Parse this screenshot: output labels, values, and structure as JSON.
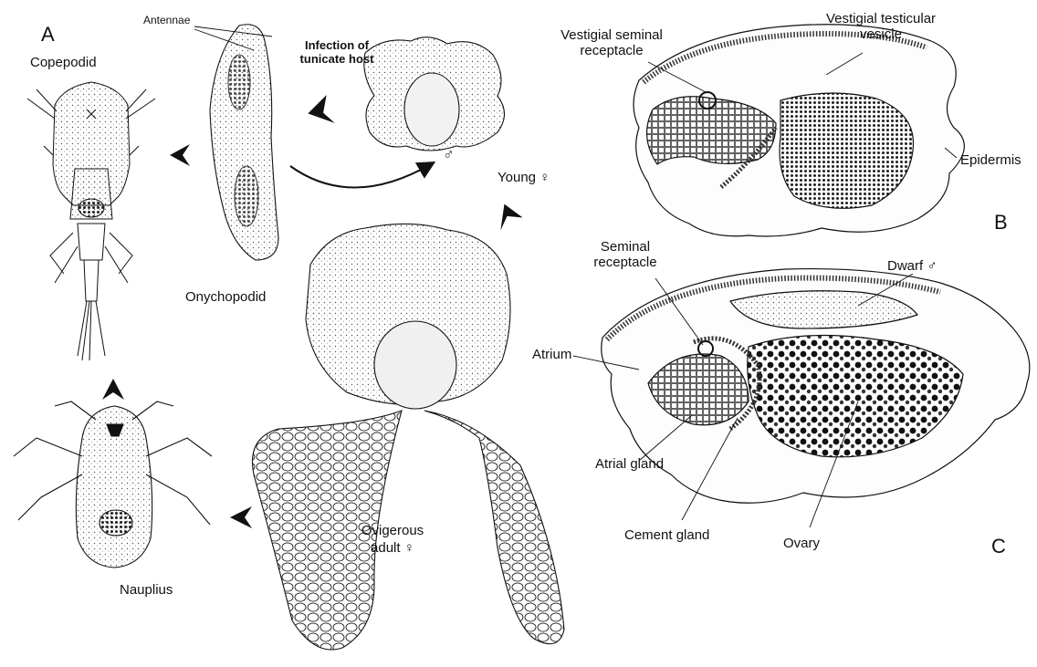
{
  "panels": {
    "a": "A",
    "b": "B",
    "c": "C"
  },
  "labels": {
    "antennae": "Antennae",
    "infection_line1": "Infection of",
    "infection_line2": "tunicate host",
    "copepodid": "Copepodid",
    "onychopodid": "Onychopodid",
    "male_symbol": "♂",
    "young_female": "Young ♀",
    "nauplius": "Nauplius",
    "ovigerous_line1": "Ovigerous",
    "ovigerous_line2": "adult ♀"
  },
  "panel_b": {
    "vestigial_seminal_line1": "Vestigial seminal",
    "vestigial_seminal_line2": "receptacle",
    "vestigial_testicular_line1": "Vestigial testicular",
    "vestigial_testicular_line2": "vesicle",
    "epidermis": "Epidermis"
  },
  "panel_c": {
    "seminal_line1": "Seminal",
    "seminal_line2": "receptacle",
    "dwarf_male": "Dwarf ♂",
    "atrium": "Atrium",
    "atrial_gland": "Atrial gland",
    "cement_gland": "Cement gland",
    "ovary": "Ovary"
  },
  "colors": {
    "ink": "#111111",
    "stipple": "#555555",
    "paper": "#ffffff"
  }
}
